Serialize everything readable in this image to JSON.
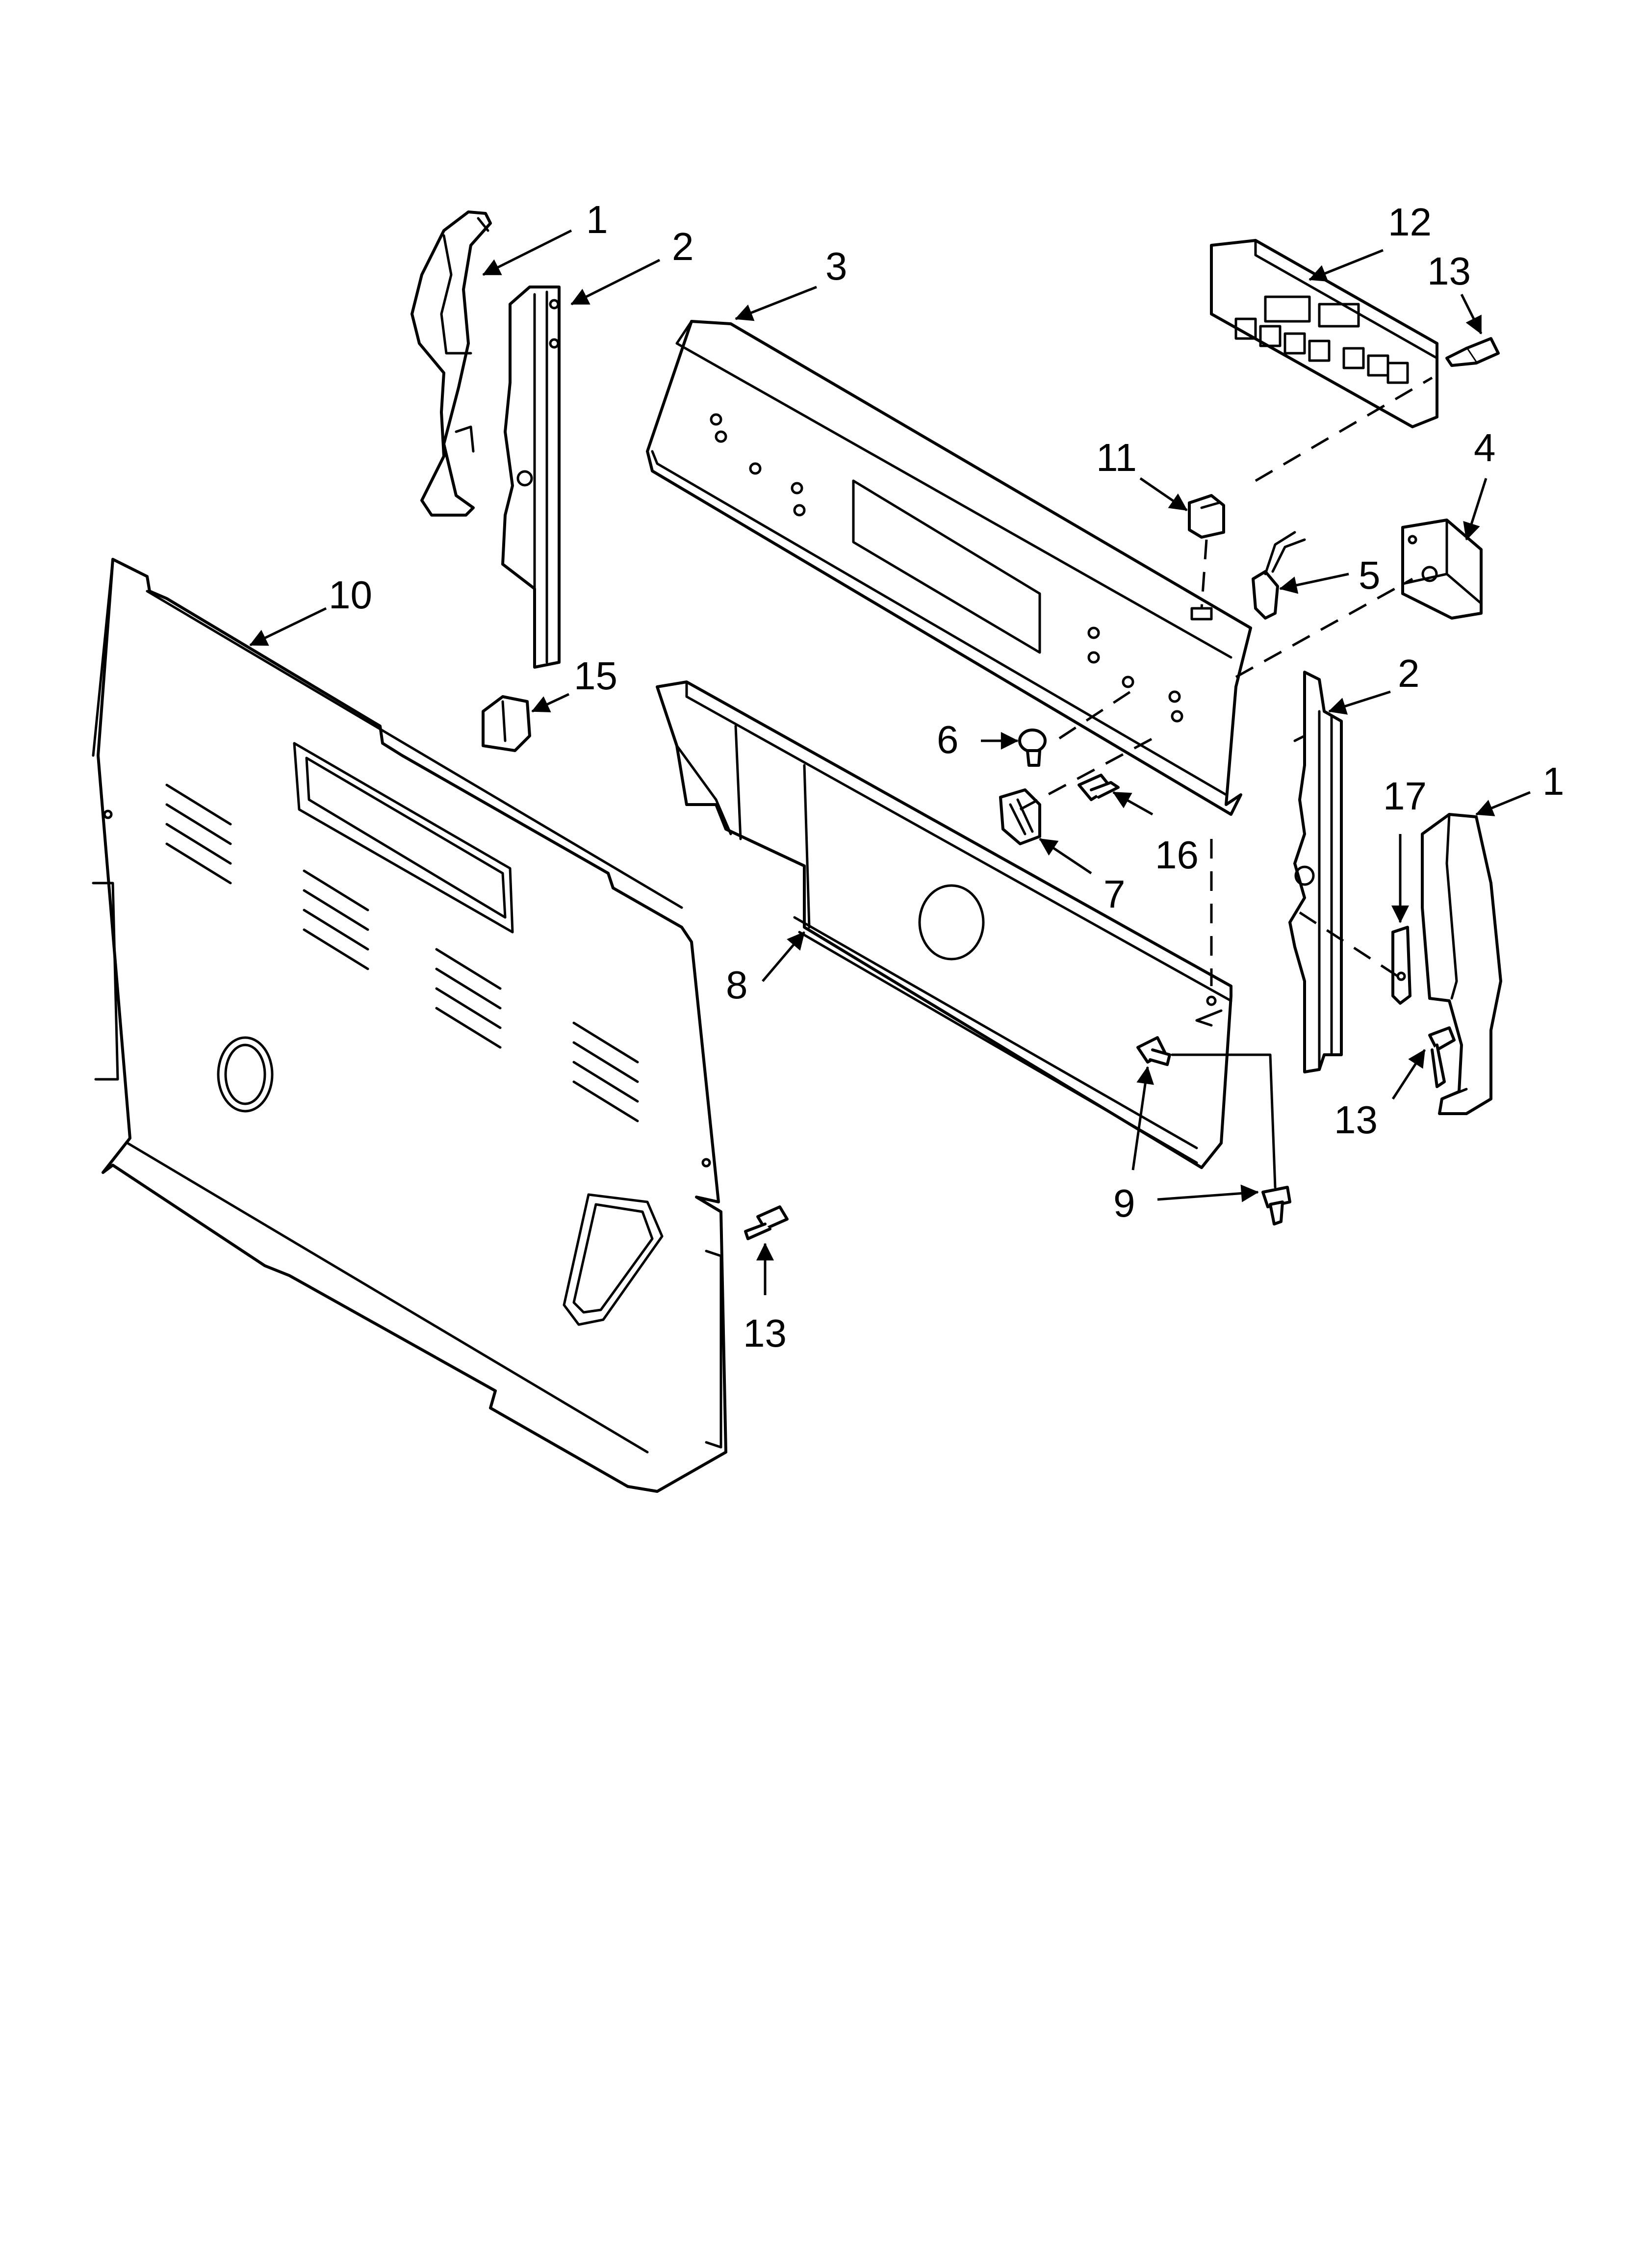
{
  "callouts": [
    {
      "id": "c1a",
      "text": "1"
    },
    {
      "id": "c2a",
      "text": "2"
    },
    {
      "id": "c3",
      "text": "3"
    },
    {
      "id": "c12",
      "text": "12"
    },
    {
      "id": "c13a",
      "text": "13"
    },
    {
      "id": "c11",
      "text": "11"
    },
    {
      "id": "c4",
      "text": "4"
    },
    {
      "id": "c5",
      "text": "5"
    },
    {
      "id": "c10",
      "text": "10"
    },
    {
      "id": "c15",
      "text": "15"
    },
    {
      "id": "c2b",
      "text": "2"
    },
    {
      "id": "c6",
      "text": "6"
    },
    {
      "id": "c17",
      "text": "17"
    },
    {
      "id": "c1b",
      "text": "1"
    },
    {
      "id": "c16",
      "text": "16"
    },
    {
      "id": "c7",
      "text": "7"
    },
    {
      "id": "c8",
      "text": "8"
    },
    {
      "id": "c13b",
      "text": "13"
    },
    {
      "id": "c9",
      "text": "9"
    },
    {
      "id": "c13c",
      "text": "13"
    }
  ]
}
